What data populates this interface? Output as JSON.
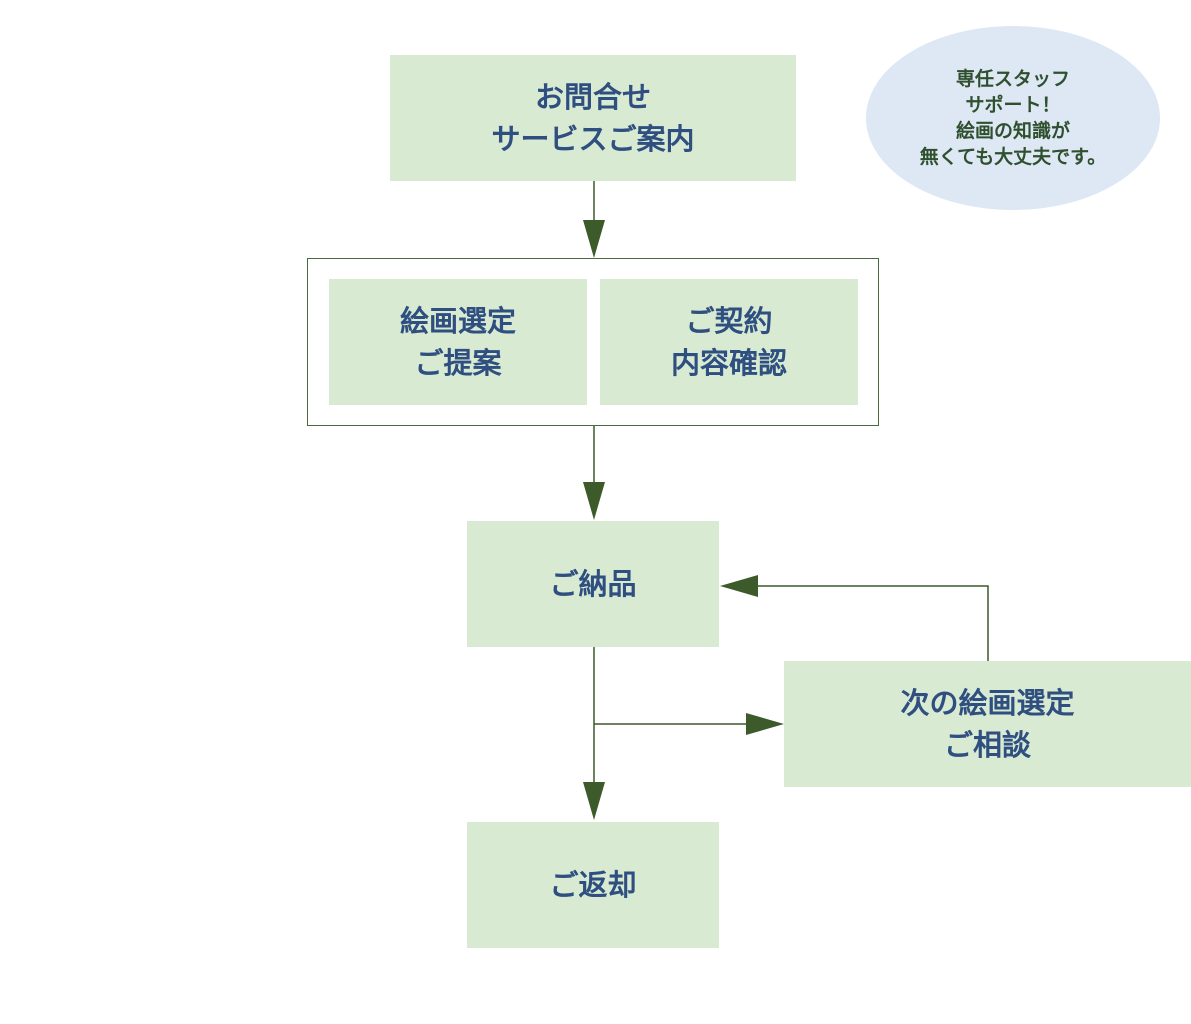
{
  "nodes": {
    "inquiry": {
      "line1": "お問合せ",
      "line2": "サービスご案内"
    },
    "selection": {
      "line1": "絵画選定",
      "line2": "ご提案"
    },
    "contract": {
      "line1": "ご契約",
      "line2": "内容確認"
    },
    "delivery": {
      "line1": "ご納品"
    },
    "next_consult": {
      "line1": "次の絵画選定",
      "line2": "ご相談"
    },
    "return": {
      "line1": "ご返却"
    }
  },
  "callout": {
    "line1": "専任スタッフ",
    "line2": "サポート！",
    "line3": "絵画の知識が",
    "line4": "無くても大丈夫です。"
  },
  "colors": {
    "box_fill": "#d9ead3",
    "box_text": "#2e4f7f",
    "connector": "#3d5a2a",
    "callout_fill": "#dde8f4",
    "callout_text": "#2f4f2f"
  }
}
